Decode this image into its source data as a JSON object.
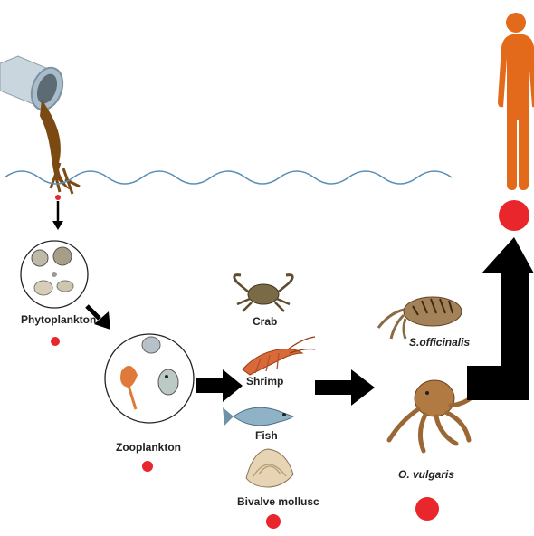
{
  "labels": {
    "phytoplankton": "Phytoplankton",
    "zooplankton": "Zooplankton",
    "crab": "Crab",
    "shrimp": "Shrimp",
    "fish": "Fish",
    "bivalve": "Bivalve mollusc",
    "sepia": "S.officinalis",
    "octopus": "O. vulgaris"
  },
  "colors": {
    "marker": "#e8262c",
    "arrow": "#000000",
    "human": "#e36a1a",
    "water": "#5a8fb5",
    "pipe": "#c9d6de",
    "effluent": "#7a4a12"
  },
  "icons": {
    "pipe": "outfall-pipe-icon",
    "human": "human-silhouette-icon",
    "crab": "crab-icon",
    "shrimp": "shrimp-icon",
    "fish": "fish-icon",
    "bivalve": "clam-icon",
    "sepia": "cuttlefish-icon",
    "octopus": "octopus-icon"
  }
}
